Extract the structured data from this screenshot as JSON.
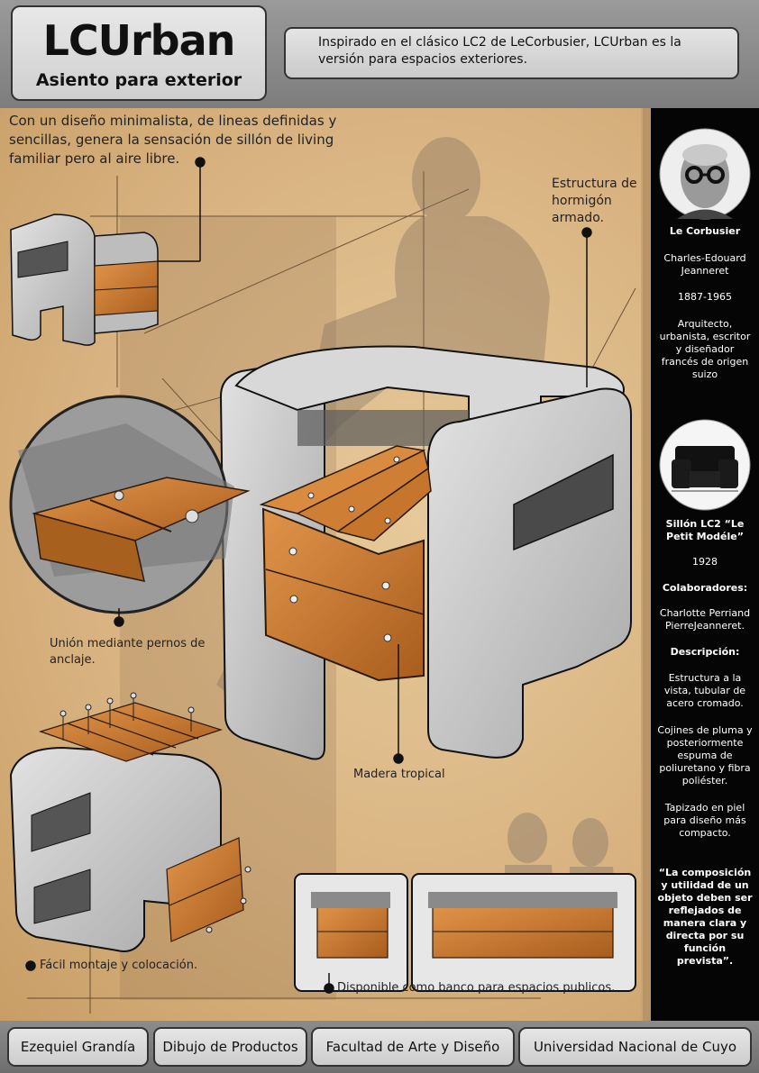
{
  "header": {
    "title": "LCUrban",
    "subtitle": "Asiento para exterior",
    "intro": "Inspirado en el clásico LC2 de LeCorbusier, LCUrban es la versión para espacios exteriores."
  },
  "captions": {
    "design": "Con un diseño minimalista, de lineas definidas y sencillas, genera la sensación de sillón de living familiar pero al aire libre.",
    "structure": "Estructura de hormigón armado.",
    "joint": "Unión mediante pernos de anclaje.",
    "wood": "Madera tropical",
    "assembly": "Fácil montaje y colocación.",
    "bench": "Disponible como banco para espacios publicos."
  },
  "sidebar": {
    "name": "Le Corbusier",
    "real_name": "Charles-Edouard Jeanneret",
    "years": "1887-1965",
    "profession": "Arquitecto, urbanista, escritor y diseñador francés de origen suizo",
    "chair_name": "Sillón LC2 “Le Petit Modéle”",
    "chair_year": "1928",
    "collab_title": "Colaboradores:",
    "collaborators": "Charlotte Perriand PierreJeanneret.",
    "desc_title": "Descripción:",
    "desc_1": "Estructura a la vista, tubular de acero cromado.",
    "desc_2": "Cojines de pluma y posteriormente espuma de poliuretano y fibra poliéster.",
    "desc_3": "Tapizado en piel para diseño más compacto.",
    "quote": "“La composición y utilidad de un objeto deben ser reflejados de manera clara y directa por su función prevista”."
  },
  "footer": {
    "author": "Ezequiel Grandía",
    "course": "Dibujo de Productos",
    "faculty": "Facultad de Arte y Diseño",
    "university": "Universidad Nacional de Cuyo"
  },
  "colors": {
    "concrete": "#cfcfcf",
    "wood": "#c8752a",
    "panel": "#dcb887",
    "sidebar": "#050505"
  }
}
